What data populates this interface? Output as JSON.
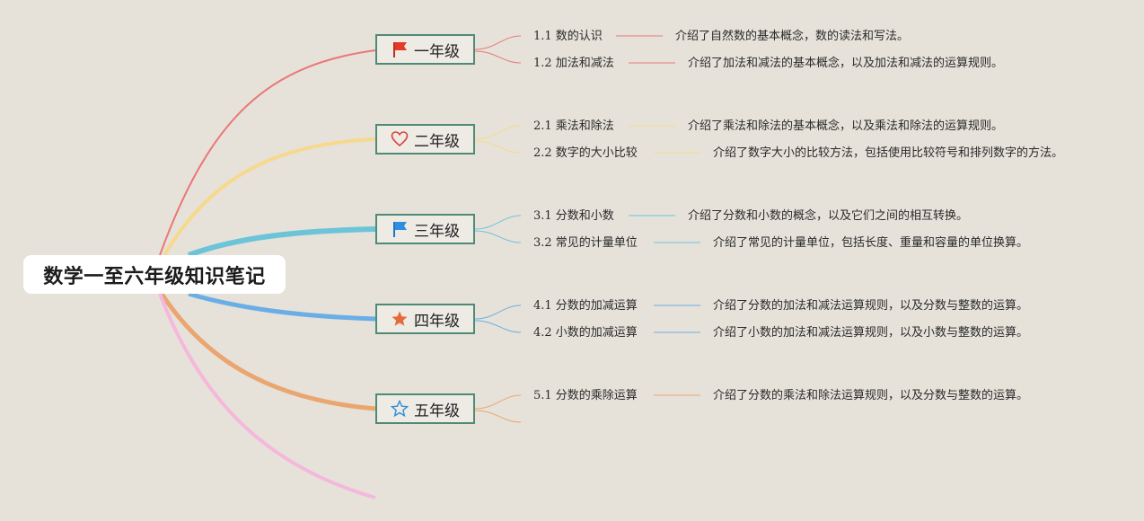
{
  "root": {
    "title": "数学一至六年级知识笔记"
  },
  "grades": [
    {
      "label": "一年级",
      "icon": "red-flag-icon",
      "color": "#ea7878",
      "topics": [
        {
          "title": "1.1 数的认识",
          "desc": "介绍了自然数的基本概念，数的读法和写法。"
        },
        {
          "title": "1.2 加法和减法",
          "desc": "介绍了加法和减法的基本概念，以及加法和减法的运算规则。"
        }
      ]
    },
    {
      "label": "二年级",
      "icon": "heart-outline-icon",
      "color": "#f6d98c",
      "topics": [
        {
          "title": "2.1 乘法和除法",
          "desc": "介绍了乘法和除法的基本概念，以及乘法和除法的运算规则。"
        },
        {
          "title": "2.2 数字的大小比较",
          "desc": "介绍了数字大小的比较方法，包括使用比较符号和排列数字的方法。"
        }
      ]
    },
    {
      "label": "三年级",
      "icon": "blue-flag-icon",
      "color": "#6cc4d8",
      "topics": [
        {
          "title": "3.1 分数和小数",
          "desc": "介绍了分数和小数的概念，以及它们之间的相互转换。"
        },
        {
          "title": "3.2 常见的计量单位",
          "desc": "介绍了常见的计量单位，包括长度、重量和容量的单位换算。"
        }
      ]
    },
    {
      "label": "四年级",
      "icon": "orange-star-icon",
      "color": "#6aaee6",
      "topics": [
        {
          "title": "4.1 分数的加减运算",
          "desc": "介绍了分数的加法和减法运算规则，以及分数与整数的运算。"
        },
        {
          "title": "4.2 小数的加减运算",
          "desc": "介绍了小数的加法和减法运算规则，以及小数与整数的运算。"
        }
      ]
    },
    {
      "label": "五年级",
      "icon": "star-outline-icon",
      "color": "#eaa670",
      "topics": [
        {
          "title": "5.1 分数的乘除运算",
          "desc": "介绍了分数的乘法和除法运算规则，以及分数与整数的运算。"
        }
      ]
    }
  ],
  "branch_colors": {
    "grade1": "#ea7878",
    "grade2": "#f6d98c",
    "grade3": "#6cc4d8",
    "grade4": "#6aaee6",
    "grade5": "#eaa670",
    "grade6": "#f5b8dc"
  }
}
